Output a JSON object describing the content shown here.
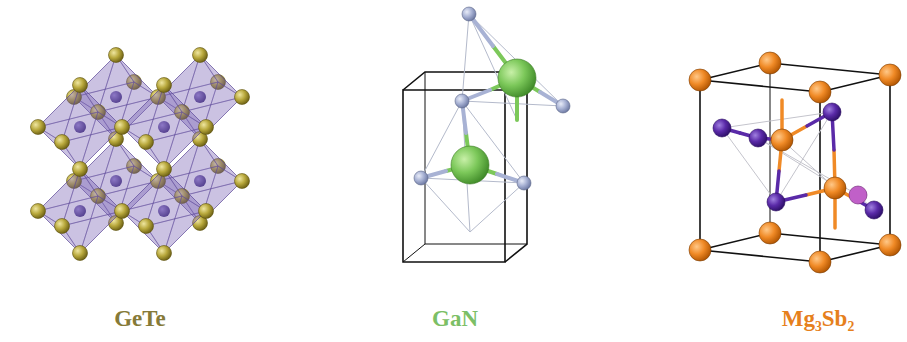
{
  "diagram": {
    "labels": [
      "GeTe",
      "GaN",
      "Mg₃Sb₂"
    ]
  }
}
